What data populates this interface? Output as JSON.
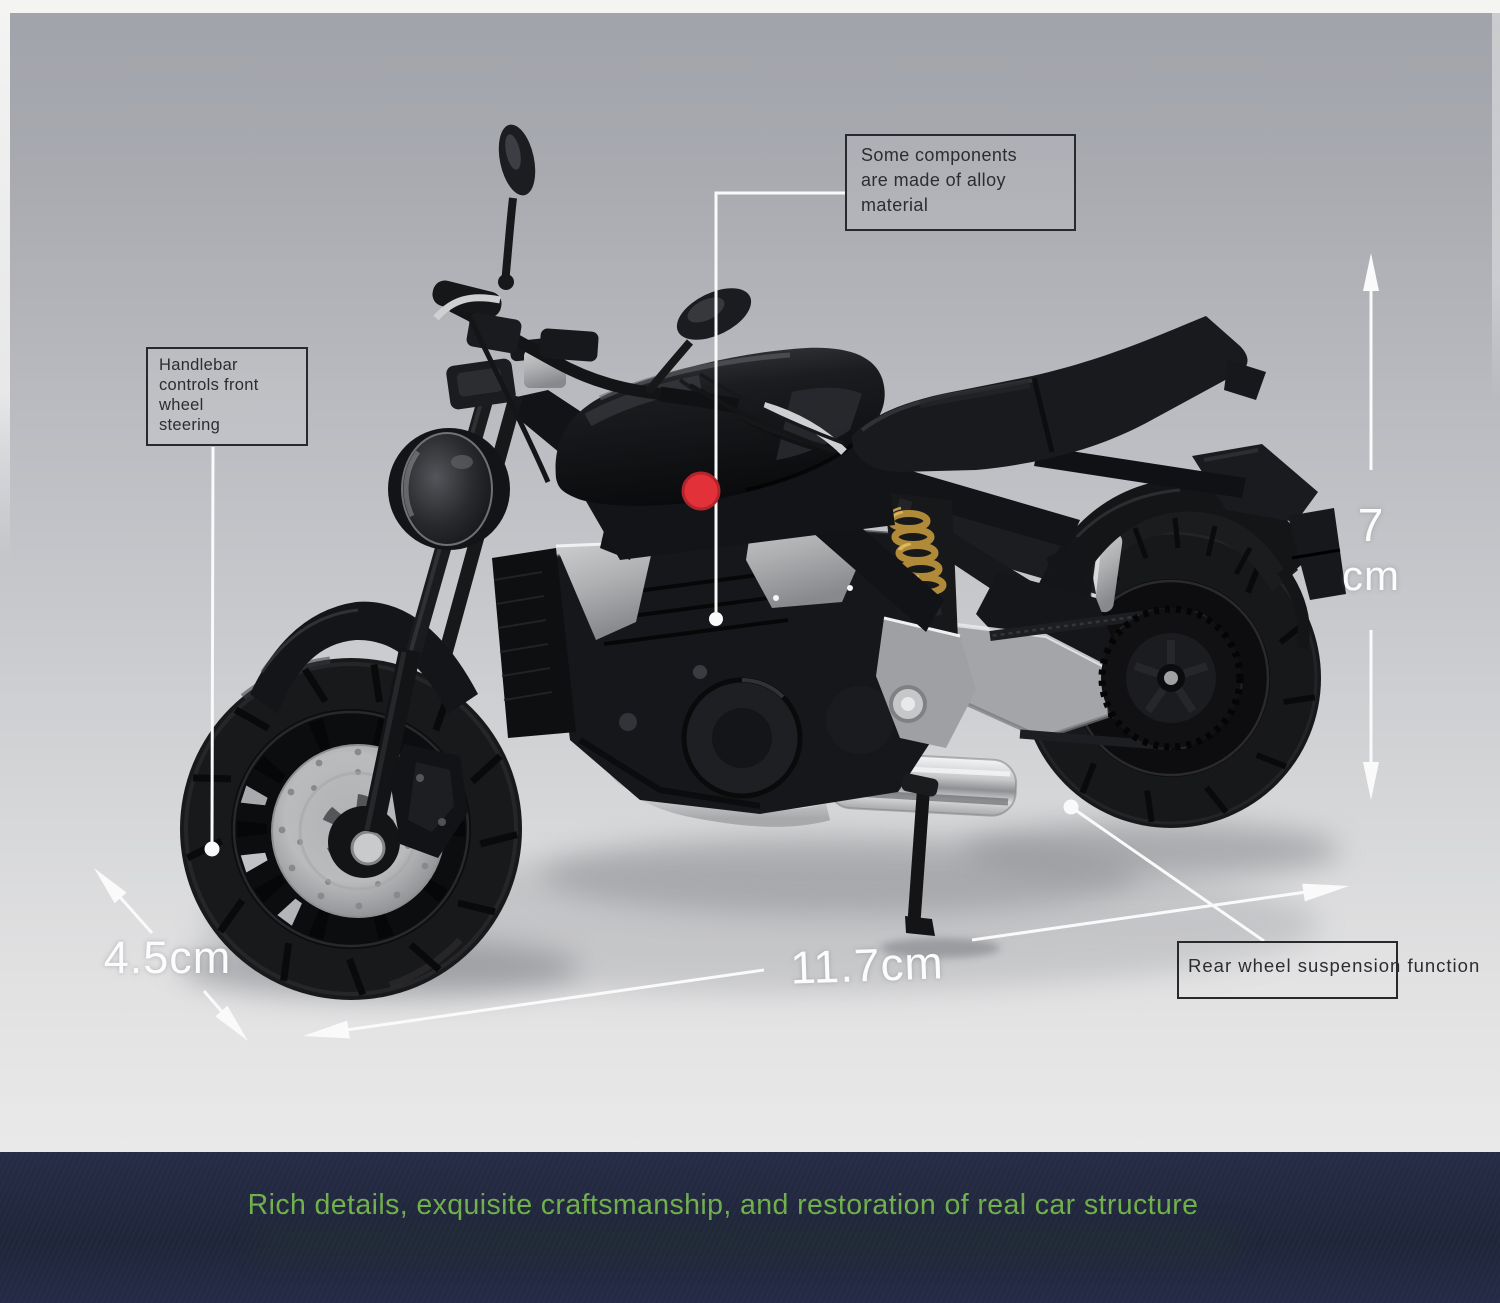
{
  "scene": {
    "subject": "diecast motorcycle model product photo",
    "background_top_color": "#a6a8af",
    "background_bottom_color": "#ececed",
    "accent_red": "#e23138",
    "annotation_white": "#fafafa"
  },
  "callouts": [
    {
      "id": "alloy",
      "text": "Some components\nare made of alloy\nmaterial"
    },
    {
      "id": "handlebar",
      "text": "Handlebar\ncontrols front\nwheel\nsteering"
    },
    {
      "id": "rear_suspension",
      "text": "Rear wheel suspension function"
    }
  ],
  "dimensions": {
    "height_value": "7",
    "height_unit": "cm",
    "length_label": "11.7cm",
    "wheel_label": "4.5cm"
  },
  "banner": {
    "text": "Rich details, exquisite craftsmanship, and restoration of real car structure",
    "text_color": "#74b54c",
    "background_color": "#1f2539"
  }
}
